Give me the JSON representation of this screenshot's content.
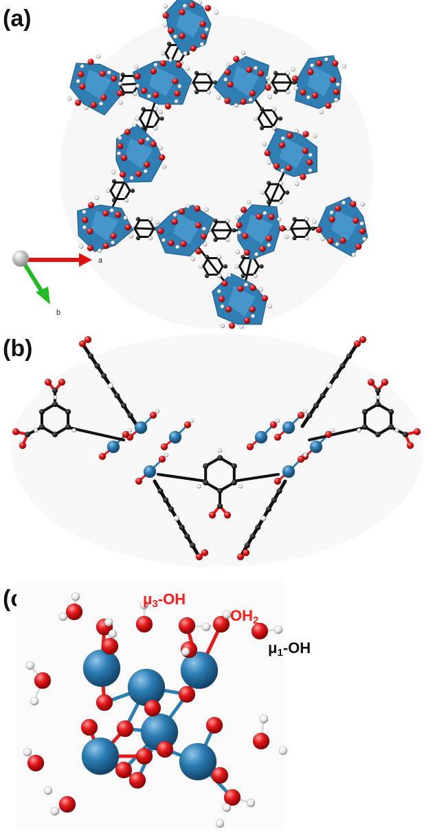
{
  "panels": [
    {
      "id": "a",
      "label": "(a)"
    },
    {
      "id": "b",
      "label": "(b)"
    },
    {
      "id": "c",
      "label": "(c)"
    }
  ],
  "axes": {
    "a_label": "a",
    "b_label": "b"
  },
  "annotations": {
    "mu3": {
      "main": "μ",
      "sub": "3",
      "tail": "-OH"
    },
    "oh2": {
      "main": "OH",
      "sub": "2"
    },
    "mu1": {
      "main": "μ",
      "sub": "1",
      "tail": "-OH"
    }
  },
  "colors": {
    "polyhedron": "#2f7fb5",
    "polyhedron_dark": "#1f5f8c",
    "atom_metal": "#2b7db3",
    "atom_oxygen": "#e31a1c",
    "atom_hydrogen": "#f2f2f2",
    "atom_carbon": "#111111",
    "label_red": "#ff1a1a",
    "label_black": "#111111",
    "axis_a": "#e01010",
    "axis_b": "#22bb22"
  }
}
